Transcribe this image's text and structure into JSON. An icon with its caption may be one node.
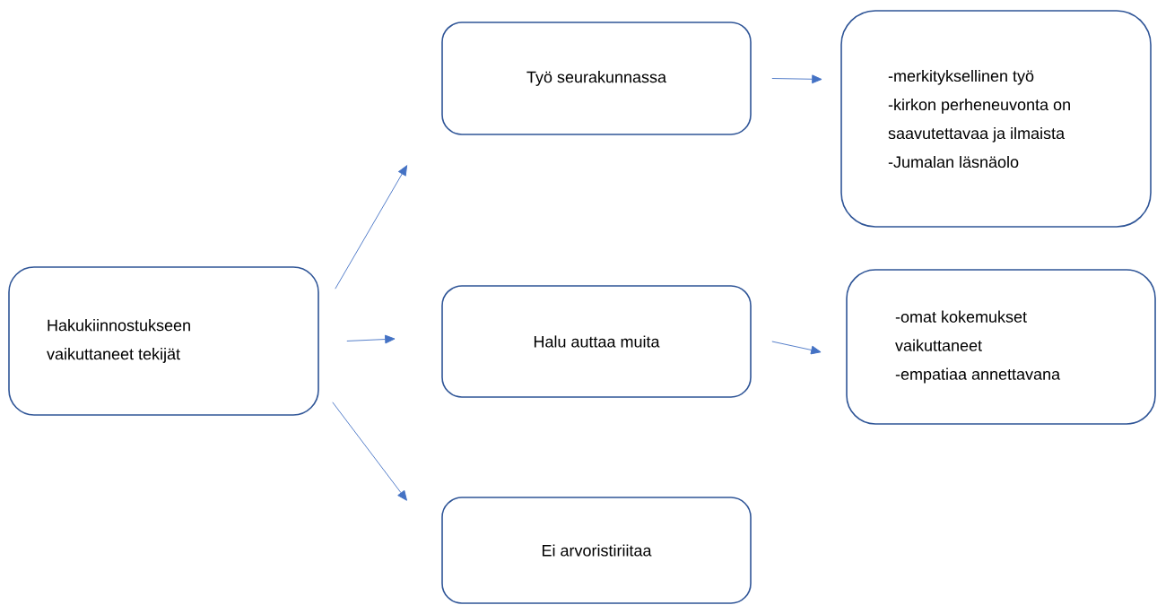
{
  "diagram": {
    "nodes": [
      {
        "text": [
          "Hakukiinnostukseen vaikuttaneet tekijät"
        ]
      },
      {
        "text": [
          "Työ seurakunnassa"
        ]
      },
      {
        "text": [
          "Halu auttaa muita"
        ]
      },
      {
        "text": [
          "Ei arvoristiriitaa"
        ]
      },
      {
        "text": [
          "-merkityksellinen työ",
          "-kirkon perheneuvonta on saavutettavaa ja ilmaista",
          "-Jumalan läsnäolo"
        ]
      },
      {
        "text": [
          "-omat kokemukset vaikuttaneet",
          "-empatiaa annettavana"
        ]
      }
    ],
    "edges": [
      {
        "from": 0,
        "to": 1,
        "arrow": "to"
      },
      {
        "from": 0,
        "to": 2,
        "arrow": "to"
      },
      {
        "from": 0,
        "to": 3,
        "arrow": "to"
      },
      {
        "from": 1,
        "to": 4,
        "arrow": "to"
      },
      {
        "from": 2,
        "to": 5,
        "arrow": "to"
      }
    ]
  }
}
